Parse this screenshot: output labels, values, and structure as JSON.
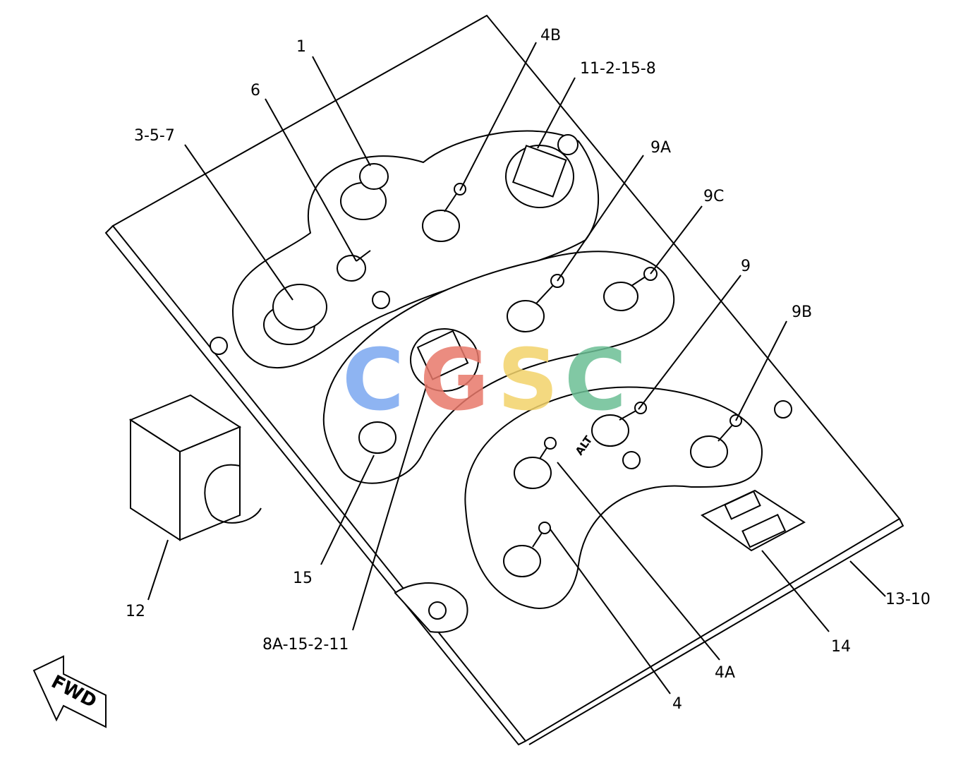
{
  "watermark": {
    "letters": [
      "C",
      "G",
      "S",
      "C"
    ],
    "colors": [
      "#7ba7f0",
      "#e8786a",
      "#f3d36b",
      "#6cbf95"
    ]
  },
  "callouts": {
    "c1": "1",
    "c4b": "4B",
    "c11_2_15_8": "11-2-15-8",
    "c6": "6",
    "c3_5_7": "3-5-7",
    "c9a": "9A",
    "c9c": "9C",
    "c9": "9",
    "c9b": "9B",
    "c12": "12",
    "c15": "15",
    "c8a_15_2_11": "8A-15-2-11",
    "c4": "4",
    "c4a": "4A",
    "c14": "14",
    "c13_10": "13-10"
  },
  "panel_marking": "ALT",
  "direction_arrow": "FWD"
}
